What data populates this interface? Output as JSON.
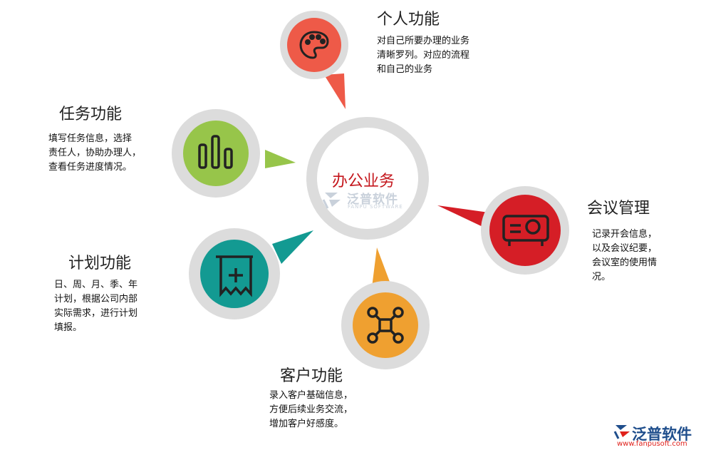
{
  "colors": {
    "ring": "#dcdcdc",
    "personal": "#ee5a48",
    "task": "#97c54a",
    "meeting": "#d51e26",
    "plan": "#139a92",
    "customer": "#efa030",
    "brand_blue": "#1f4e8c",
    "brand_red": "#e0211b"
  },
  "center": {
    "title": "办公业务",
    "watermark_title": "泛普软件",
    "watermark_sub": "FANPU SOFTWARE"
  },
  "nodes": {
    "personal": {
      "icon": "palette-icon",
      "heading": "个人功能",
      "desc": "对自己所要办理的业务\n清晰罗列。对应的流程\n和自己的业务"
    },
    "task": {
      "icon": "bar-chart-icon",
      "heading": "任务功能",
      "desc": "填写任务信息，选择\n责任人，协助办理人，\n查看任务进度情况。"
    },
    "meeting": {
      "icon": "projector-icon",
      "heading": "会议管理",
      "desc": "记录开会信息，\n以及会议纪要，\n会议室的使用情\n况。"
    },
    "plan": {
      "icon": "receipt-plus-icon",
      "heading": "计划功能",
      "desc": "日、周、月、季、年\n计划，根据公司内部\n实际需求，进行计划\n填报。"
    },
    "customer": {
      "icon": "drone-icon",
      "heading": "客户功能",
      "desc": "录入客户基础信息，\n方便后续业务交流，\n增加客户好感度。"
    }
  },
  "brand": {
    "name": "泛普软件",
    "url": "www.fanpusoft.com",
    "logo_icon": "fanpu-logo-icon"
  }
}
